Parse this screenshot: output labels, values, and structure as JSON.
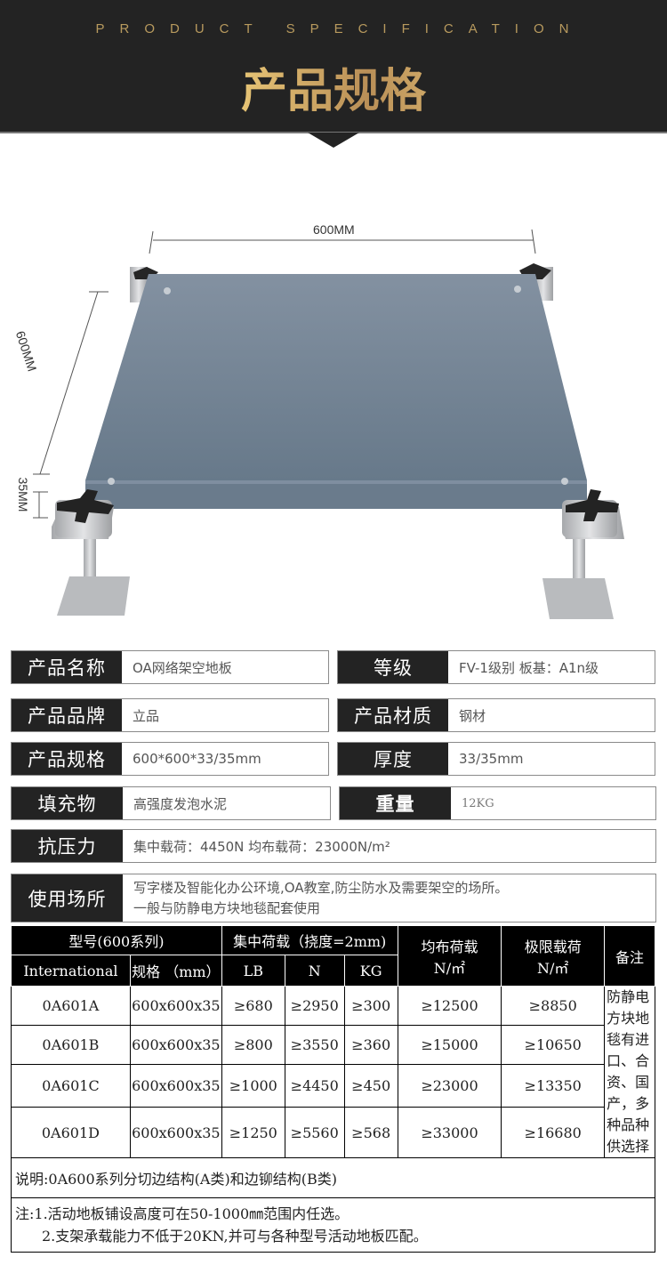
{
  "header": {
    "subtitle": "PRODUCT SPECIFICATION",
    "title": "产品规格",
    "accent_color": "#e9c777",
    "background_color": "#232323"
  },
  "figure": {
    "width_label": "600MM",
    "depth_label": "600MM",
    "thickness_label": "35MM",
    "panel_color": "#6f7f8f"
  },
  "specs": {
    "name": {
      "label": "产品名称",
      "value": "OA网络架空地板"
    },
    "grade": {
      "label": "等级",
      "value": "FV-1级别  板基：A1n级"
    },
    "brand": {
      "label": "产品品牌",
      "value": "立品"
    },
    "material": {
      "label": "产品材质",
      "value": "钢材"
    },
    "size": {
      "label": "产品规格",
      "value": "600*600*33/35mm"
    },
    "thickness": {
      "label": "厚度",
      "value": "33/35mm"
    },
    "filler": {
      "label": "填充物",
      "value": "高强度发泡水泥"
    },
    "weight": {
      "label": "重量",
      "value": "12KG"
    },
    "pressure": {
      "label": "抗压力",
      "value": "集中载荷：4450N  均布载荷：23000N/m²"
    },
    "usage": {
      "label": "使用场所",
      "line1": "写字楼及智能化办公环境,OA教室,防尘防水及需要架空的场所。",
      "line2": "一般与防静电方块地毯配套使用"
    }
  },
  "table": {
    "header": {
      "model_group": "型号(600系列)",
      "concentrated_group": "集中荷载（挠度=2mm)",
      "uniform": "均布荷载",
      "uniform_unit": "N/㎡",
      "ultimate": "极限载荷",
      "ultimate_unit": "N/㎡",
      "remark": "备注",
      "international": "International",
      "spec_mm": "规格  （mm）",
      "lb": "LB",
      "n": "N",
      "kg": "KG"
    },
    "rows": [
      {
        "model": "0A601A",
        "spec": "600x600x35",
        "lb": "≥680",
        "n": "≥2950",
        "kg": "≥300",
        "uniform": "≥12500",
        "ultimate": "≥8850"
      },
      {
        "model": "0A601B",
        "spec": "600x600x35",
        "lb": "≥800",
        "n": "≥3550",
        "kg": "≥360",
        "uniform": "≥15000",
        "ultimate": "≥10650"
      },
      {
        "model": "0A601C",
        "spec": "600x600x35",
        "lb": "≥1000",
        "n": "≥4450",
        "kg": "≥450",
        "uniform": "≥23000",
        "ultimate": "≥13350"
      },
      {
        "model": "0A601D",
        "spec": "600x600x35",
        "lb": "≥1250",
        "n": "≥5560",
        "kg": "≥568",
        "uniform": "≥33000",
        "ultimate": "≥16680"
      }
    ],
    "remark_text": "防静电方块地毯有进口、合资、国产，多种品种供选择",
    "explanation": "说明:0A600系列分切边结构(A类)和边铆结构(B类)",
    "note1": "注:1.活动地板铺设高度可在50-1000㎜范围内任选。",
    "note2": "2.支架承载能力不低于20KN,并可与各种型号活动地板匹配。"
  }
}
